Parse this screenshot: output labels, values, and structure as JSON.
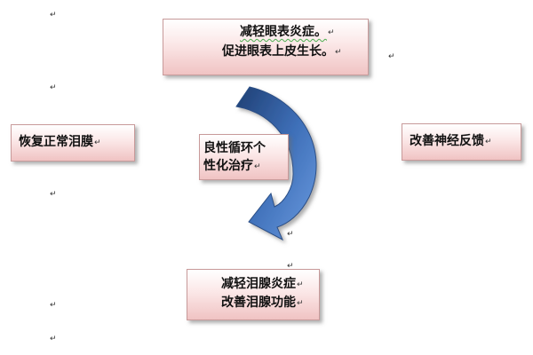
{
  "diagram": {
    "top_box": {
      "line1": "减轻眼表炎症。",
      "line2": "促进眼表上皮生长。"
    },
    "left_box": {
      "label": "恢复正常泪膜"
    },
    "right_box": {
      "label": "改善神经反馈"
    },
    "bottom_box": {
      "line1": "减轻泪腺炎症",
      "line2": "改善泪腺功能"
    },
    "center_box": {
      "line1": "良性循环个",
      "line2": "性化治疗"
    },
    "paragraph_mark": "↵",
    "colors": {
      "box_gradient_top": "#ffffff",
      "box_gradient_bottom": "#f0c3c3",
      "box_border": "#c89a9a",
      "arrow_dark": "#1f3f73",
      "arrow_light": "#5e8fd6"
    },
    "icons": [
      "circular-arrow-icon",
      "paragraph-mark-icon"
    ]
  }
}
